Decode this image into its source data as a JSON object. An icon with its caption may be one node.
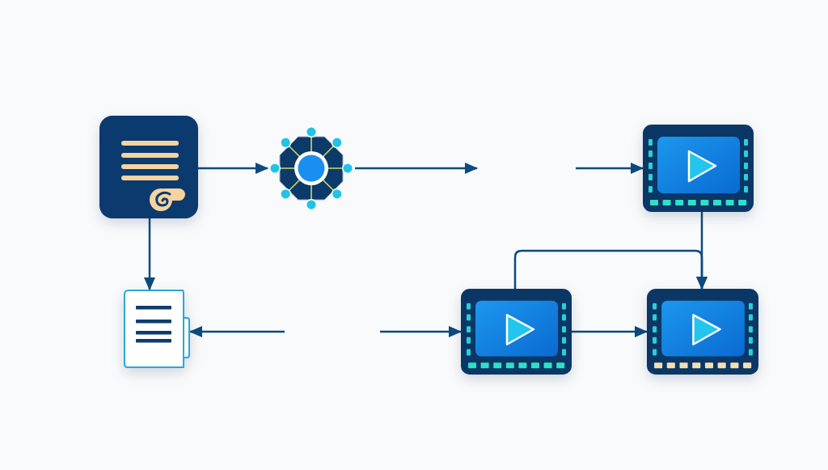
{
  "diagram": {
    "nodes": [
      {
        "text": [],
        "shape": "picture"
      },
      {
        "text": [],
        "shape": "picture"
      },
      {
        "text": [],
        "shape": "picture"
      },
      {
        "text": [],
        "shape": "picture"
      },
      {
        "text": [],
        "shape": "picture"
      },
      {
        "text": [],
        "shape": "picture"
      }
    ],
    "edges": [
      {
        "from": 0,
        "to": 1,
        "arrow": "to"
      },
      {
        "from": 1,
        "to": null,
        "arrow": "to"
      },
      {
        "from": null,
        "to": 2,
        "arrow": "to"
      },
      {
        "from": 0,
        "to": 3,
        "arrow": "to"
      },
      {
        "from": null,
        "to": 3,
        "arrow": "to"
      },
      {
        "from": null,
        "to": 4,
        "arrow": "to"
      },
      {
        "from": 2,
        "to": 5,
        "arrow": "to"
      },
      {
        "from": 4,
        "to": 5,
        "arrow": "to"
      },
      {
        "from": 4,
        "to": 5,
        "arrow": "to"
      }
    ]
  }
}
